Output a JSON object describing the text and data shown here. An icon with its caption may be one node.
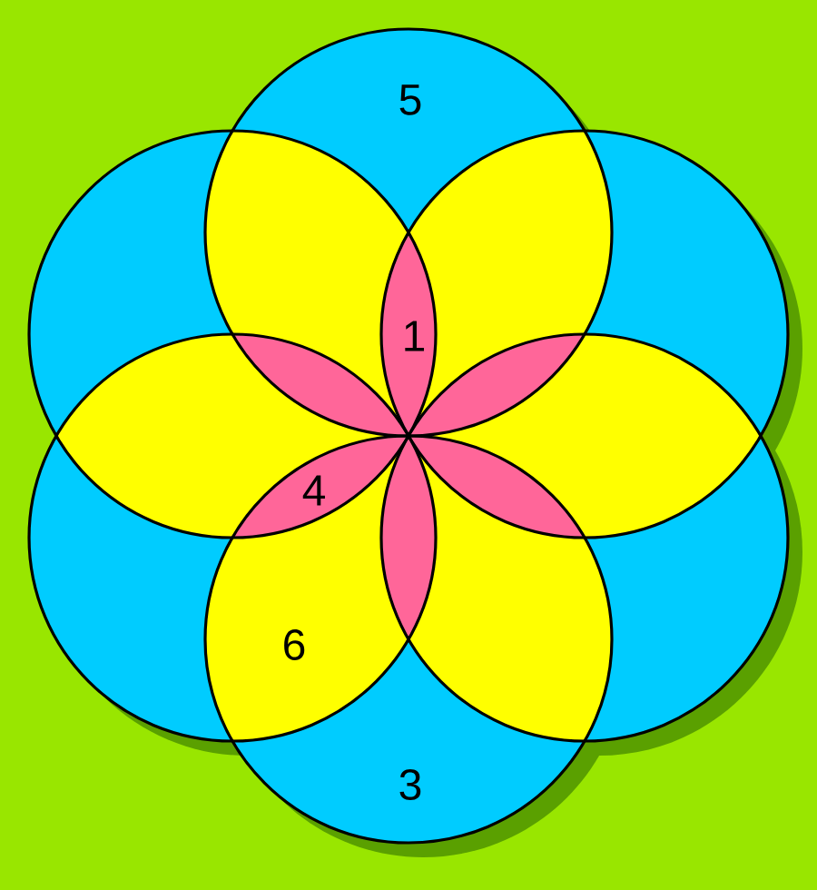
{
  "diagram": {
    "labels": [
      "5",
      "1",
      "4",
      "6",
      "3"
    ]
  }
}
